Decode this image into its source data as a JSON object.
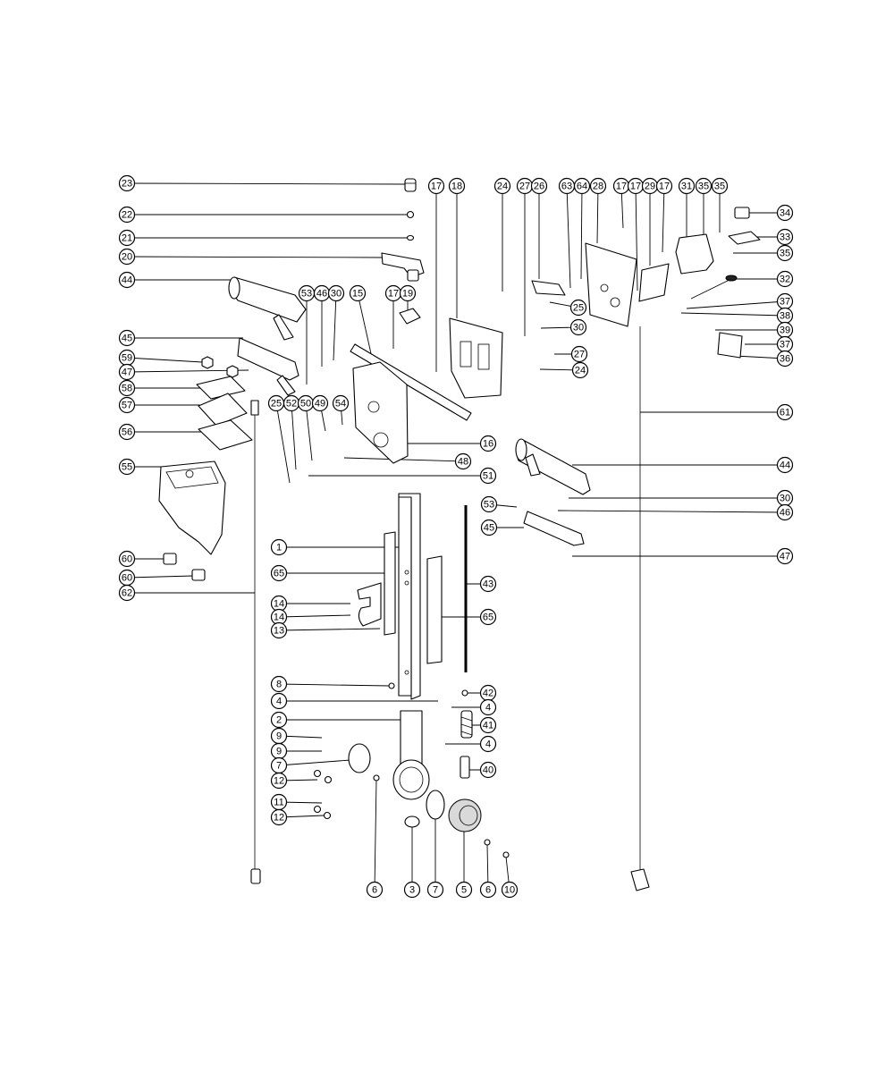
{
  "diagram": {
    "callouts": [
      {
        "n": "23"
      },
      {
        "n": "22"
      },
      {
        "n": "21"
      },
      {
        "n": "20"
      },
      {
        "n": "44"
      },
      {
        "n": "45"
      },
      {
        "n": "59"
      },
      {
        "n": "47"
      },
      {
        "n": "58"
      },
      {
        "n": "57"
      },
      {
        "n": "56"
      },
      {
        "n": "55"
      },
      {
        "n": "60"
      },
      {
        "n": "60"
      },
      {
        "n": "62"
      },
      {
        "n": "17"
      },
      {
        "n": "18"
      },
      {
        "n": "24"
      },
      {
        "n": "27"
      },
      {
        "n": "26"
      },
      {
        "n": "63"
      },
      {
        "n": "64"
      },
      {
        "n": "28"
      },
      {
        "n": "17"
      },
      {
        "n": "17"
      },
      {
        "n": "29"
      },
      {
        "n": "17"
      },
      {
        "n": "31"
      },
      {
        "n": "35"
      },
      {
        "n": "35"
      },
      {
        "n": "34"
      },
      {
        "n": "33"
      },
      {
        "n": "35"
      },
      {
        "n": "32"
      },
      {
        "n": "37"
      },
      {
        "n": "38"
      },
      {
        "n": "39"
      },
      {
        "n": "37"
      },
      {
        "n": "36"
      },
      {
        "n": "61"
      },
      {
        "n": "44"
      },
      {
        "n": "30"
      },
      {
        "n": "46"
      },
      {
        "n": "47"
      },
      {
        "n": "53"
      },
      {
        "n": "46"
      },
      {
        "n": "30"
      },
      {
        "n": "15"
      },
      {
        "n": "17"
      },
      {
        "n": "19"
      },
      {
        "n": "25"
      },
      {
        "n": "30"
      },
      {
        "n": "27"
      },
      {
        "n": "24"
      },
      {
        "n": "25"
      },
      {
        "n": "52"
      },
      {
        "n": "50"
      },
      {
        "n": "49"
      },
      {
        "n": "54"
      },
      {
        "n": "16"
      },
      {
        "n": "48"
      },
      {
        "n": "51"
      },
      {
        "n": "53"
      },
      {
        "n": "45"
      },
      {
        "n": "1"
      },
      {
        "n": "65"
      },
      {
        "n": "14"
      },
      {
        "n": "14"
      },
      {
        "n": "13"
      },
      {
        "n": "43"
      },
      {
        "n": "65"
      },
      {
        "n": "8"
      },
      {
        "n": "4"
      },
      {
        "n": "42"
      },
      {
        "n": "4"
      },
      {
        "n": "2"
      },
      {
        "n": "41"
      },
      {
        "n": "9"
      },
      {
        "n": "4"
      },
      {
        "n": "9"
      },
      {
        "n": "7"
      },
      {
        "n": "40"
      },
      {
        "n": "12"
      },
      {
        "n": "11"
      },
      {
        "n": "12"
      },
      {
        "n": "6"
      },
      {
        "n": "3"
      },
      {
        "n": "7"
      },
      {
        "n": "5"
      },
      {
        "n": "6"
      },
      {
        "n": "10"
      }
    ]
  }
}
